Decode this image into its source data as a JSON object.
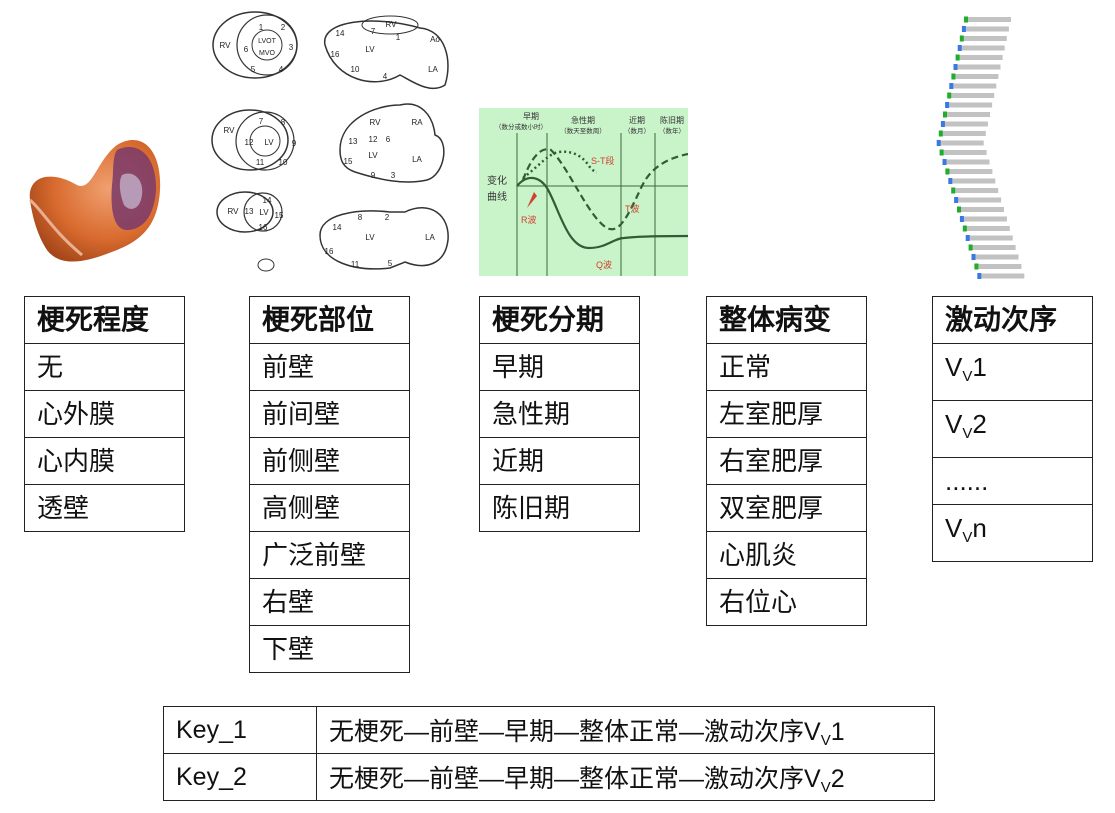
{
  "heart_segments": {
    "views": [
      {
        "labels": [
          "RV",
          "1",
          "2",
          "3",
          "4",
          "5",
          "6",
          "LVOT",
          "MVO"
        ]
      },
      {
        "labels": [
          "RV",
          "7",
          "1",
          "14",
          "16",
          "LV",
          "10",
          "4",
          "Ao",
          "LA"
        ]
      },
      {
        "labels": [
          "RV",
          "7",
          "8",
          "9",
          "10",
          "11",
          "12",
          "LV"
        ]
      },
      {
        "labels": [
          "RV",
          "RA",
          "13",
          "12",
          "6",
          "LV",
          "LA",
          "15",
          "9",
          "3"
        ]
      },
      {
        "labels": [
          "RV",
          "13",
          "14",
          "15",
          "16",
          "LV"
        ]
      },
      {
        "labels": [
          "14",
          "8",
          "2",
          "LV",
          "LA",
          "16",
          "11",
          "5"
        ]
      }
    ]
  },
  "ecg_chart": {
    "stages": [
      {
        "name": "早期",
        "note": "（数分或数小时）"
      },
      {
        "name": "急性期",
        "note": "（数天至数周）"
      },
      {
        "name": "近期",
        "note": "（数月）"
      },
      {
        "name": "陈旧期",
        "note": "（数年）"
      }
    ],
    "y_label_1": "变化",
    "y_label_2": "曲线",
    "labels": {
      "st": "S-T段",
      "r": "R波",
      "t": "T波",
      "q": "Q波"
    },
    "background": "#c9f3c9"
  },
  "activation_bars": {
    "count": 28,
    "colors": {
      "green": "#1fae2a",
      "blue": "#3a78e8",
      "bar": "#c2c2c2"
    }
  },
  "tables": [
    {
      "title": "梗死程度",
      "rows": [
        "无",
        "心外膜",
        "心内膜",
        "透壁"
      ]
    },
    {
      "title": "梗死部位",
      "rows": [
        "前壁",
        "前间壁",
        "前侧壁",
        "高侧壁",
        "广泛前壁",
        "右壁",
        "下壁"
      ]
    },
    {
      "title": "梗死分期",
      "rows": [
        "早期",
        "急性期",
        "近期",
        "陈旧期"
      ]
    },
    {
      "title": "整体病变",
      "rows": [
        "正常",
        "左室肥厚",
        "右室肥厚",
        "双室肥厚",
        "心肌炎",
        "右位心"
      ]
    },
    {
      "title": "激动次序",
      "rows": [
        {
          "main": "V",
          "sub": "V",
          "suffix": "1"
        },
        {
          "main": "V",
          "sub": "V",
          "suffix": "2"
        },
        {
          "main": "......",
          "sub": "",
          "suffix": ""
        },
        {
          "main": "V",
          "sub": "V",
          "suffix": "n"
        }
      ]
    }
  ],
  "key_table": [
    {
      "key": "Key_1",
      "value": "无梗死—前壁—早期—整体正常—激动次序",
      "sub": "V",
      "main": "V",
      "suffix": "1"
    },
    {
      "key": "Key_2",
      "value": "无梗死—前壁—早期—整体正常—激动次序",
      "sub": "V",
      "main": "V",
      "suffix": "2"
    }
  ]
}
